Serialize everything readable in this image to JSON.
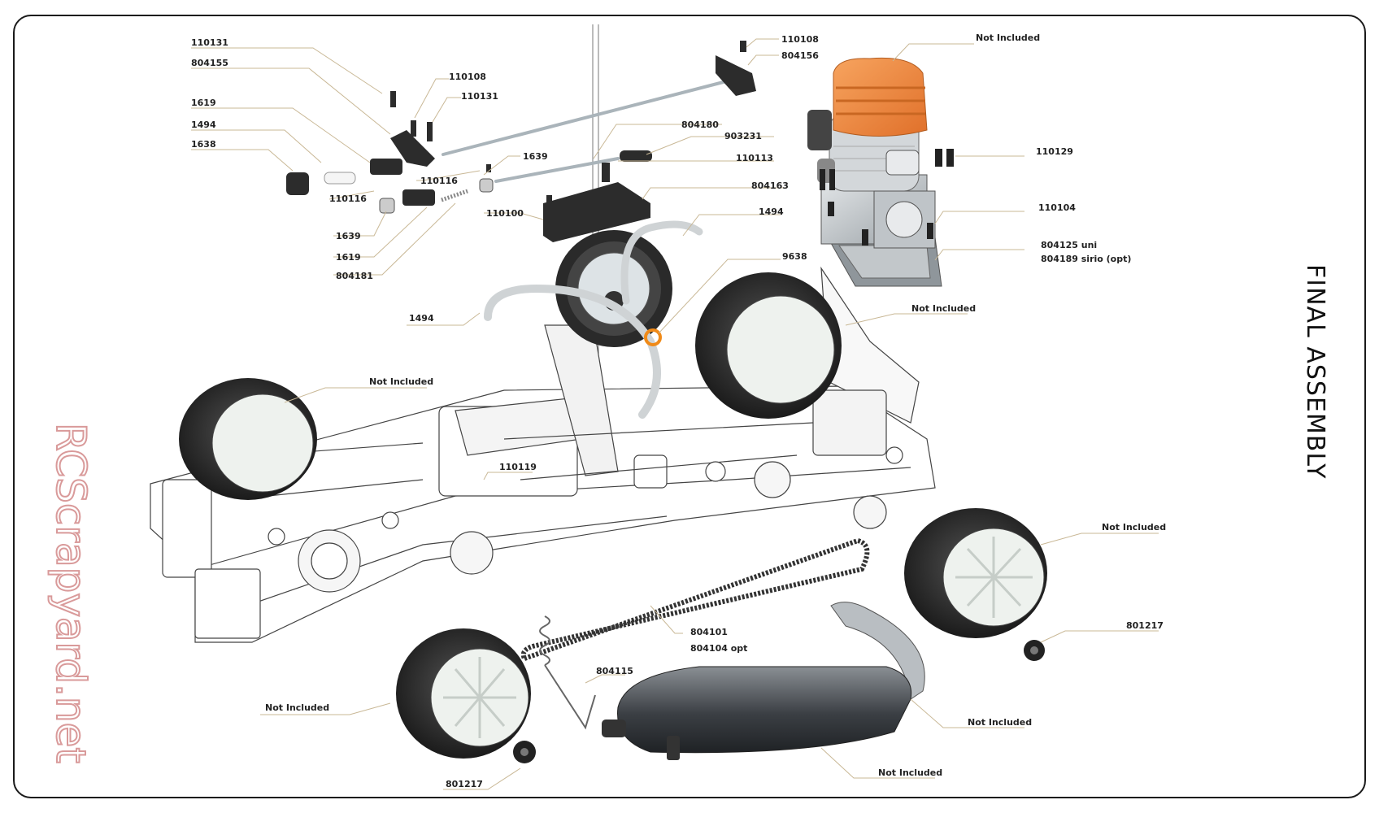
{
  "title": "FINAL ASSEMBLY",
  "watermark": "RCScrapyard.net",
  "colors": {
    "frame": "#1a1a1a",
    "leader": "#c9b896",
    "engine_head": "#f28a3c",
    "tire": "#222222",
    "wheel": "#eef2ee",
    "watermark": "#d99a9a",
    "label": "#222222"
  },
  "labels": [
    {
      "id": "l-110131-a",
      "text": "110131"
    },
    {
      "id": "l-804155",
      "text": "804155"
    },
    {
      "id": "l-110108-a",
      "text": "110108"
    },
    {
      "id": "l-110131-b",
      "text": "110131"
    },
    {
      "id": "l-1619-a",
      "text": "1619"
    },
    {
      "id": "l-1494-a",
      "text": "1494"
    },
    {
      "id": "l-1638",
      "text": "1638"
    },
    {
      "id": "l-110116-a",
      "text": "110116"
    },
    {
      "id": "l-110116-b",
      "text": "110116"
    },
    {
      "id": "l-1639-a",
      "text": "1639"
    },
    {
      "id": "l-1639-b",
      "text": "1639"
    },
    {
      "id": "l-1619-b",
      "text": "1619"
    },
    {
      "id": "l-804181",
      "text": "804181"
    },
    {
      "id": "l-110108-b",
      "text": "110108"
    },
    {
      "id": "l-804156",
      "text": "804156"
    },
    {
      "id": "l-804180",
      "text": "804180"
    },
    {
      "id": "l-903231",
      "text": "903231"
    },
    {
      "id": "l-110113",
      "text": "110113"
    },
    {
      "id": "l-804163",
      "text": "804163"
    },
    {
      "id": "l-110100",
      "text": "110100"
    },
    {
      "id": "l-1494-b",
      "text": "1494"
    },
    {
      "id": "l-9638",
      "text": "9638"
    },
    {
      "id": "l-1494-c",
      "text": "1494"
    },
    {
      "id": "l-ni-engine",
      "text": "Not Included"
    },
    {
      "id": "l-110129",
      "text": "110129"
    },
    {
      "id": "l-110104",
      "text": "110104"
    },
    {
      "id": "l-804125",
      "text": "804125 uni"
    },
    {
      "id": "l-804189",
      "text": "804189 sirio (opt)"
    },
    {
      "id": "l-ni-fr",
      "text": "Not Included"
    },
    {
      "id": "l-ni-rl",
      "text": "Not Included"
    },
    {
      "id": "l-110119",
      "text": "110119"
    },
    {
      "id": "l-ni-wheel-r",
      "text": "Not Included"
    },
    {
      "id": "l-801217-a",
      "text": "801217"
    },
    {
      "id": "l-804101",
      "text": "804101"
    },
    {
      "id": "l-804104",
      "text": "804104 opt"
    },
    {
      "id": "l-804115",
      "text": "804115"
    },
    {
      "id": "l-ni-wheel-l",
      "text": "Not Included"
    },
    {
      "id": "l-ni-pipe",
      "text": "Not Included"
    },
    {
      "id": "l-ni-muffler",
      "text": "Not Included"
    },
    {
      "id": "l-801217-b",
      "text": "801217"
    }
  ]
}
